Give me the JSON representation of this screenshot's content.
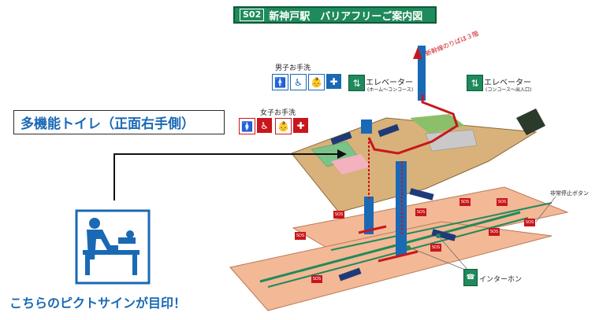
{
  "title": {
    "station_code": "S02",
    "text": "新神戸駅　バリアフリーご案内図"
  },
  "callout": {
    "text": "多機能トイレ（正面右手側）"
  },
  "tagline": {
    "text": "こちらのピクトサインが目印！"
  },
  "restrooms": {
    "mens_label": "男子お手洗",
    "womens_label": "女子お手洗"
  },
  "elevators": {
    "platform": {
      "label": "エレベーター",
      "sub": "(ホーム〜コンコース)"
    },
    "entrance": {
      "label": "エレベーター",
      "sub": "(コンコース〜出入口)"
    }
  },
  "shinkansen_note": "新幹線のりばは３階",
  "emergency_button_label": "非常停止ボタン",
  "intercom_label": "インターホン",
  "sos_label": "SOS",
  "icons": {
    "mens": [
      "man-icon",
      "wheelchair-icon",
      "baby-care-icon",
      "ostomate-icon"
    ],
    "womens": [
      "woman-icon",
      "wheelchair-icon",
      "baby-care-icon",
      "ostomate-icon"
    ],
    "pictogram": "diaper-changing-icon",
    "elevator": "elevator-icon",
    "intercom": "intercom-icon"
  },
  "colors": {
    "brand_green": "#1f8a5b",
    "callout_blue": "#1a69b5",
    "route_red": "#c8171c",
    "concourse": "#d8b27a",
    "platform": "#f3b896"
  }
}
